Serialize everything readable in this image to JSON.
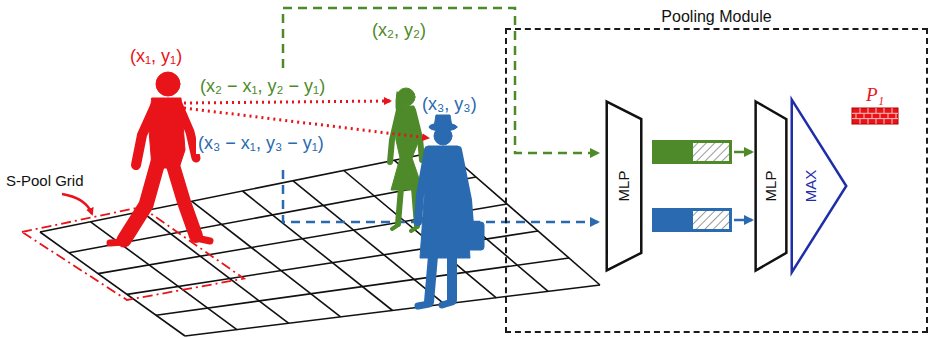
{
  "diagram": {
    "nodes": [
      {
        "text": [
          "Pooling Module"
        ]
      },
      {
        "text": [
          "MLP"
        ],
        "in": 0
      },
      {
        "text": [
          "MLP"
        ],
        "in": 0
      },
      {
        "text": [
          "MAX"
        ],
        "in": 0
      },
      {
        "text": [
          "P₁"
        ],
        "in": 0
      }
    ],
    "labels": [
      "(x₁, y₁)",
      "(x₂, y₂)",
      "(x₃, y₃)",
      "(x₂ − x₁, y₂ − y₁)",
      "(x₃ − x₁, y₃ − y₁)",
      "S-Pool Grid"
    ]
  }
}
